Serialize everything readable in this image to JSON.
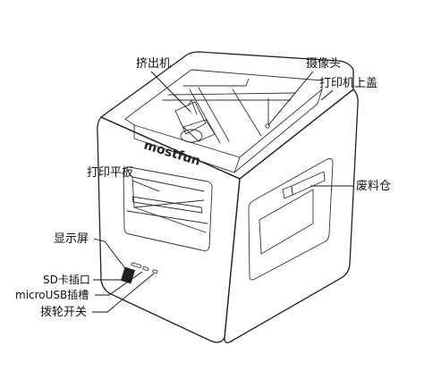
{
  "brand": "mostfun",
  "callouts": {
    "extruder": "挤出机",
    "camera": "摄像头",
    "top_cover": "打印机上盖",
    "build_plate": "打印平板",
    "waste_bin": "废料仓",
    "display": "显示屏",
    "sd_slot": "SD卡插口",
    "micro_usb": "microUSB插槽",
    "dial_switch": "拨轮开关"
  }
}
